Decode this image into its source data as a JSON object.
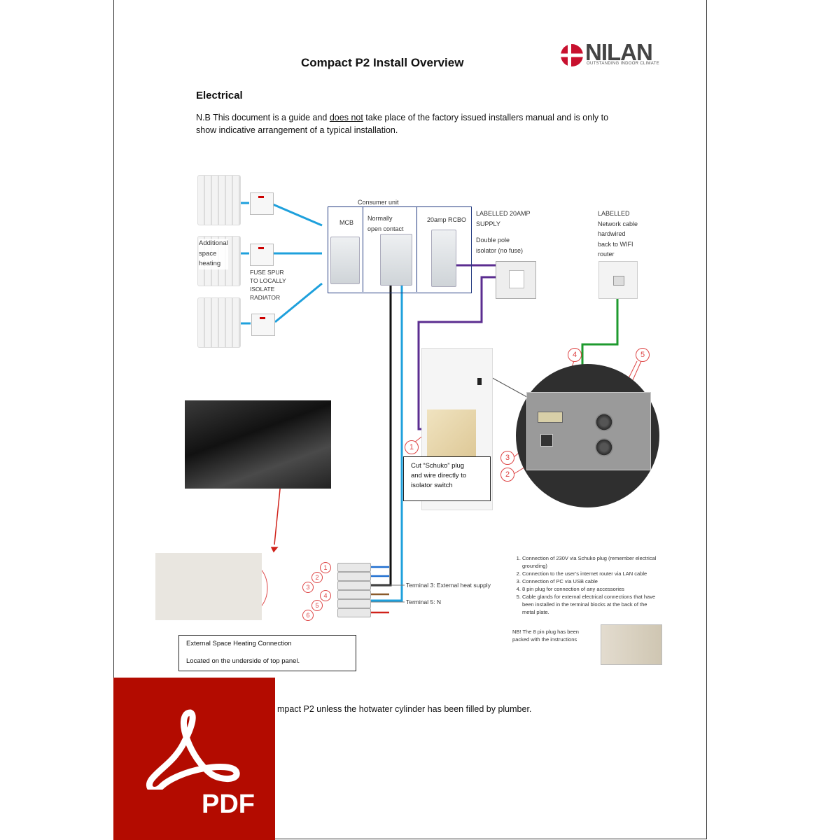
{
  "document": {
    "title": "Compact P2 Install Overview",
    "section": "Electrical",
    "note_prefix": "N.B This document is a guide and ",
    "note_underlined": "does not",
    "note_suffix": " take place of the factory issued installers manual and is only to show indicative arrangement of a typical installation.",
    "warning_tail": "mpact P2 unless the hotwater cylinder has been filled by plumber."
  },
  "logo": {
    "word": "NILAN",
    "tagline": "OUTSTANDING INDOOR CLIMATE"
  },
  "diagram": {
    "radiators_label": [
      "Additional",
      "space",
      "heating"
    ],
    "fuse_spur_label": [
      "FUSE SPUR",
      "TO LOCALLY",
      "ISOLATE",
      "RADIATOR"
    ],
    "consumer_unit_title": "Consumer unit",
    "mcb_label": "MCB",
    "contact_label": [
      "Normally",
      "open contact"
    ],
    "rcbo_label": "20amp RCBO",
    "supply_label": [
      "LABELLED 20AMP",
      "SUPPLY"
    ],
    "isolator_label": [
      "Double pole",
      "isolator (no fuse)"
    ],
    "network_label": [
      "LABELLED",
      "Network cable",
      "hardwired",
      "back to WIFI",
      "router"
    ],
    "schuko_box": [
      "Cut “Schuko” plug",
      "and wire directly to",
      "isolator switch"
    ],
    "terminal3_label": "Terminal 3: External heat supply",
    "terminal5_label": "Terminal 5: N",
    "ext_heating_box": [
      "External Space Heating Connection",
      "Located on the underside of top panel."
    ],
    "callouts_terminal": [
      "1",
      "2",
      "3",
      "4",
      "5",
      "6"
    ],
    "callouts_unit": [
      "1",
      "2",
      "3",
      "4",
      "5"
    ]
  },
  "notes": [
    "Connection of 230V via Schuko plug (remember electrical grounding)",
    "Connection to the user’s internet router via LAN cable",
    "Connection of PC via USB cable",
    "8 pin plug for connection of any accessories",
    "Cable glands for external electrical connections that have been installed in the terminal blocks at the back of the metal plate."
  ],
  "nb_plug": [
    "NB! The 8 pin plug has been",
    "packed with the instructions"
  ],
  "pdf_badge": {
    "label": "PDF"
  },
  "colors": {
    "blue_wire": "#1ea0dc",
    "purple_wire": "#5b2d90",
    "green_wire": "#1e9a2e",
    "red_arrow": "#d0221a",
    "pdf_red": "#b30b00"
  }
}
